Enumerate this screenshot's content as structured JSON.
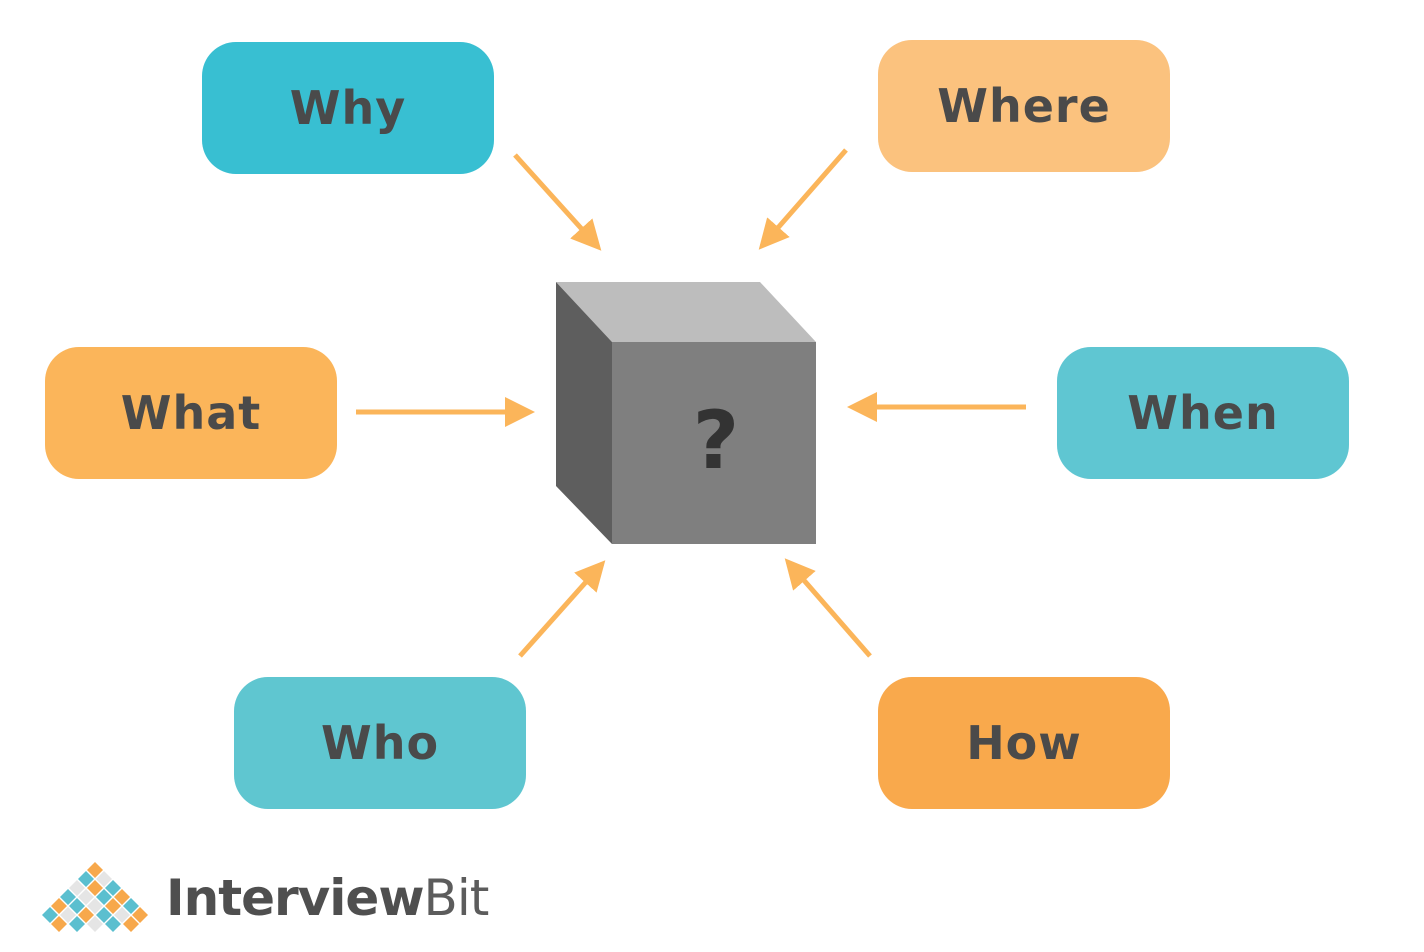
{
  "diagram": {
    "center": {
      "symbol": "?",
      "face_front": "#7f7f7f",
      "face_top": "#bdbdbd",
      "face_side": "#5e5e5e"
    },
    "arrow_color": "#fbb55a",
    "nodes": [
      {
        "id": "why",
        "label": "Why",
        "color": "#38bfd2"
      },
      {
        "id": "where",
        "label": "Where",
        "color": "#fbc27e"
      },
      {
        "id": "what",
        "label": "What",
        "color": "#fbb55a"
      },
      {
        "id": "when",
        "label": "When",
        "color": "#5fc6d2"
      },
      {
        "id": "who",
        "label": "Who",
        "color": "#5fc6d0"
      },
      {
        "id": "how",
        "label": "How",
        "color": "#f9a94c"
      }
    ]
  },
  "logo": {
    "text_part1": "Interview",
    "text_part2": "Bit",
    "colors": [
      "#5bbfcf",
      "#f7a84b",
      "#e5e5e5"
    ]
  }
}
